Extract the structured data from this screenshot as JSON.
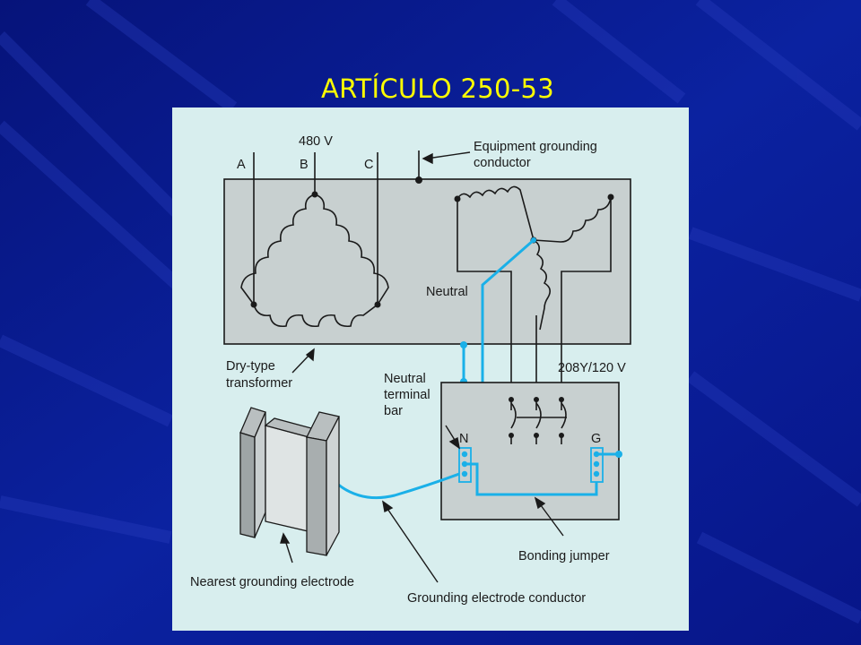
{
  "slide": {
    "title": "ARTÍCULO 250-53",
    "background_color": "#0a1a8a",
    "title_color": "#ffff00"
  },
  "diagram": {
    "wire_color": "#1ab0e8",
    "panel_color": "#d8eeee",
    "labels": {
      "voltage_primary": "480 V",
      "phase_a": "A",
      "phase_b": "B",
      "phase_c": "C",
      "egc_line1": "Equipment grounding",
      "egc_line2": "conductor",
      "neutral": "Neutral",
      "voltage_secondary": "208Y/120 V",
      "transformer_line1": "Dry-type",
      "transformer_line2": "transformer",
      "ntb_line1": "Neutral",
      "ntb_line2": "terminal",
      "ntb_line3": "bar",
      "terminal_n": "N",
      "terminal_g": "G",
      "bonding_jumper": "Bonding jumper",
      "electrode": "Nearest grounding electrode",
      "gec": "Grounding electrode conductor"
    }
  }
}
